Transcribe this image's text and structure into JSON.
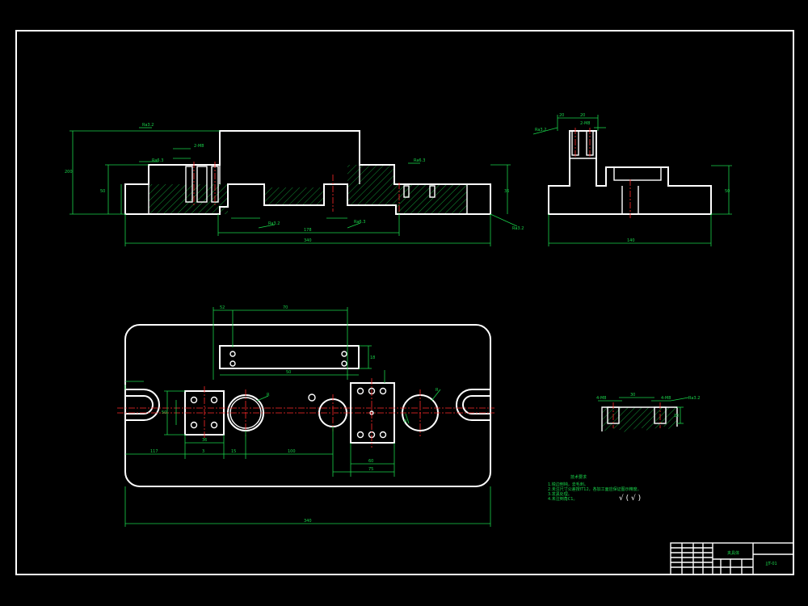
{
  "drawing": {
    "background": "#000000",
    "outline_color": "#ffffff",
    "dimension_color": "#19d34a",
    "centerline_color": "#ff2a2a"
  },
  "front_view": {
    "dims": [
      "Ra3.2",
      "Ra6.3",
      "2-M8",
      "200",
      "50",
      "36",
      "178",
      "340",
      "Ra6.3",
      "Ra3.2",
      "Ra6.3",
      "Ra3.2"
    ]
  },
  "side_view": {
    "dims": [
      "20",
      "20",
      "2-M8",
      "Ra3.2",
      "50",
      "140"
    ]
  },
  "plan_view": {
    "dims": [
      "R",
      "R",
      "R",
      "70",
      "18",
      "50",
      "52",
      "36",
      "50",
      "100",
      "117",
      "3",
      "15",
      "60",
      "75",
      "340"
    ]
  },
  "detail_view": {
    "dims": [
      "4-M8",
      "30",
      "4-M8",
      "Ra3.2",
      "10"
    ]
  },
  "tech_notes": {
    "title": "技术要求",
    "lines": [
      "1.锐边倒钝，去毛刺。",
      "2.未注尺寸公差按IT12，各加工面应保证图示精度。",
      "3.发黑处理。",
      "4.未注倒角C1。"
    ],
    "roughness_symbol": "√ ( √ )"
  },
  "title_block": {
    "part_name": "夹具体",
    "drawing_no": "JJT-01"
  }
}
